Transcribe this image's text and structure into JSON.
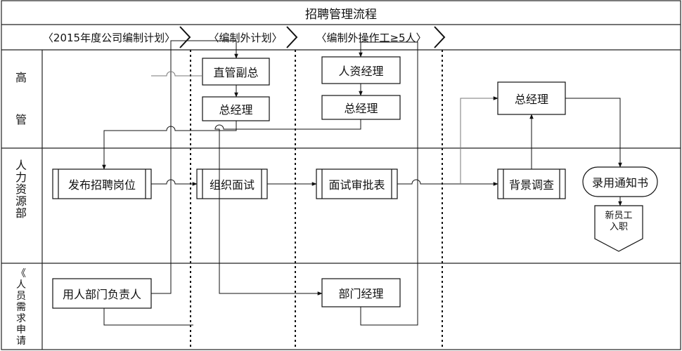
{
  "title": "招聘管理流程",
  "phases": [
    "〈2015年度公司编制计划〉",
    "〈编制外计划〉",
    "〈编制外操作工≥5人〉"
  ],
  "lanes": {
    "gao": "高",
    "guan": "管",
    "hr": [
      "人",
      "力",
      "资",
      "源",
      "部"
    ],
    "req": [
      "《",
      "人",
      "员",
      "需",
      "求",
      "申",
      "请"
    ]
  },
  "boxes": {
    "zhiguan_fuzong": "直管副总",
    "zongjingli_1": "总经理",
    "renzi_jingli": "人资经理",
    "zongjingli_2": "总经理",
    "zongjingli_3": "总经理",
    "fabu": "发布招聘岗位",
    "zuzhi": "组织面试",
    "shenpi": "面试审批表",
    "beijing": "背景调查",
    "luyong": "录用通知书",
    "yongren": "用人部门负责人",
    "bumen": "部门经理"
  },
  "pentagon": "新员工\n入职"
}
